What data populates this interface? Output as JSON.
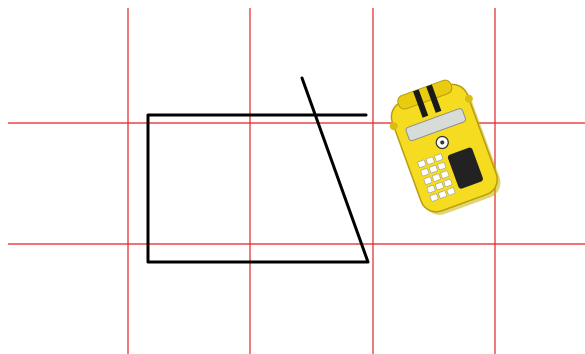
{
  "diagram": {
    "grid": {
      "color": "#e32222",
      "vertical_lines": 4,
      "horizontal_lines": 2
    },
    "path": {
      "color": "#000000",
      "shape": "open quadrilateral path with a slanted segment extending past the top"
    },
    "robot": {
      "name": "floor-robot",
      "body_color": "#f6dc20",
      "stripe_color": "#1a1a1a",
      "screen_color": "#d8dcd8",
      "keypad_color": "#ffffff",
      "pad_color": "#222222"
    }
  }
}
